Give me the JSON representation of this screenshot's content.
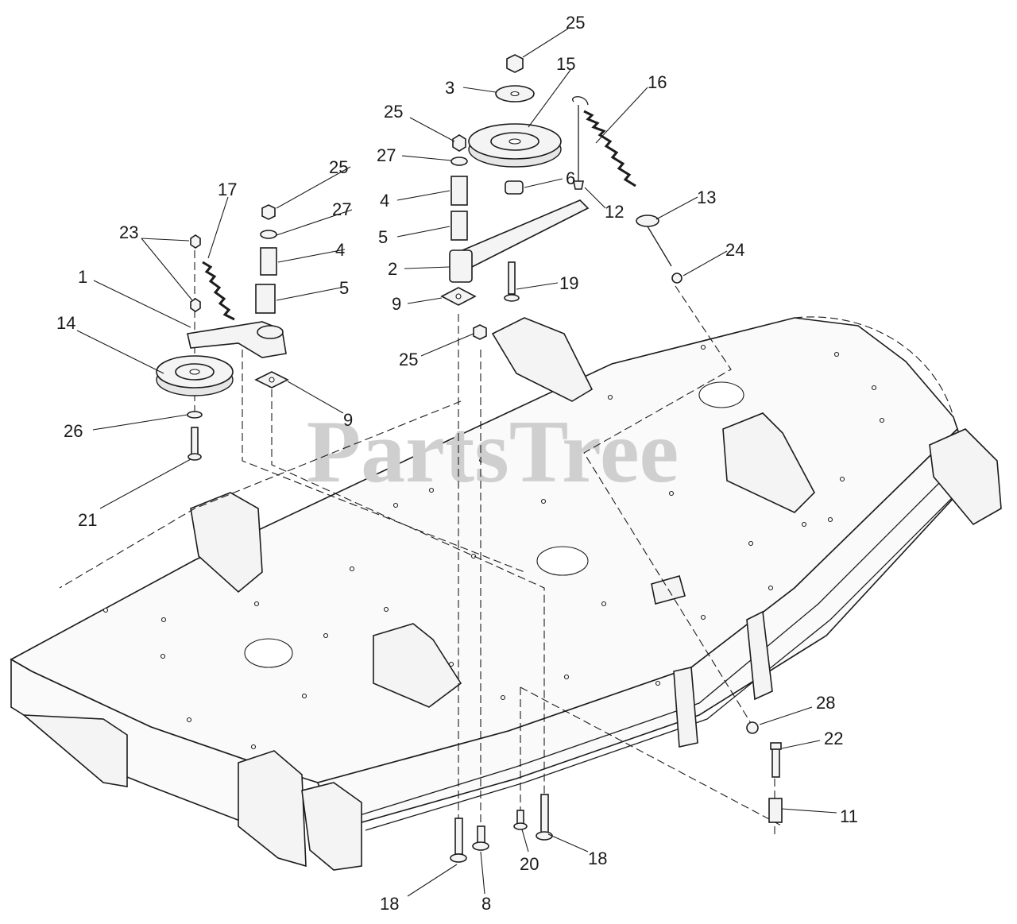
{
  "watermark": "PartsTree",
  "callouts": [
    "25",
    "15",
    "3",
    "16",
    "25",
    "27",
    "6",
    "12",
    "13",
    "4",
    "5",
    "24",
    "2",
    "19",
    "9",
    "25",
    "25",
    "17",
    "27",
    "23",
    "4",
    "1",
    "5",
    "14",
    "9",
    "26",
    "21",
    "28",
    "22",
    "11",
    "20",
    "18",
    "18",
    "8"
  ]
}
